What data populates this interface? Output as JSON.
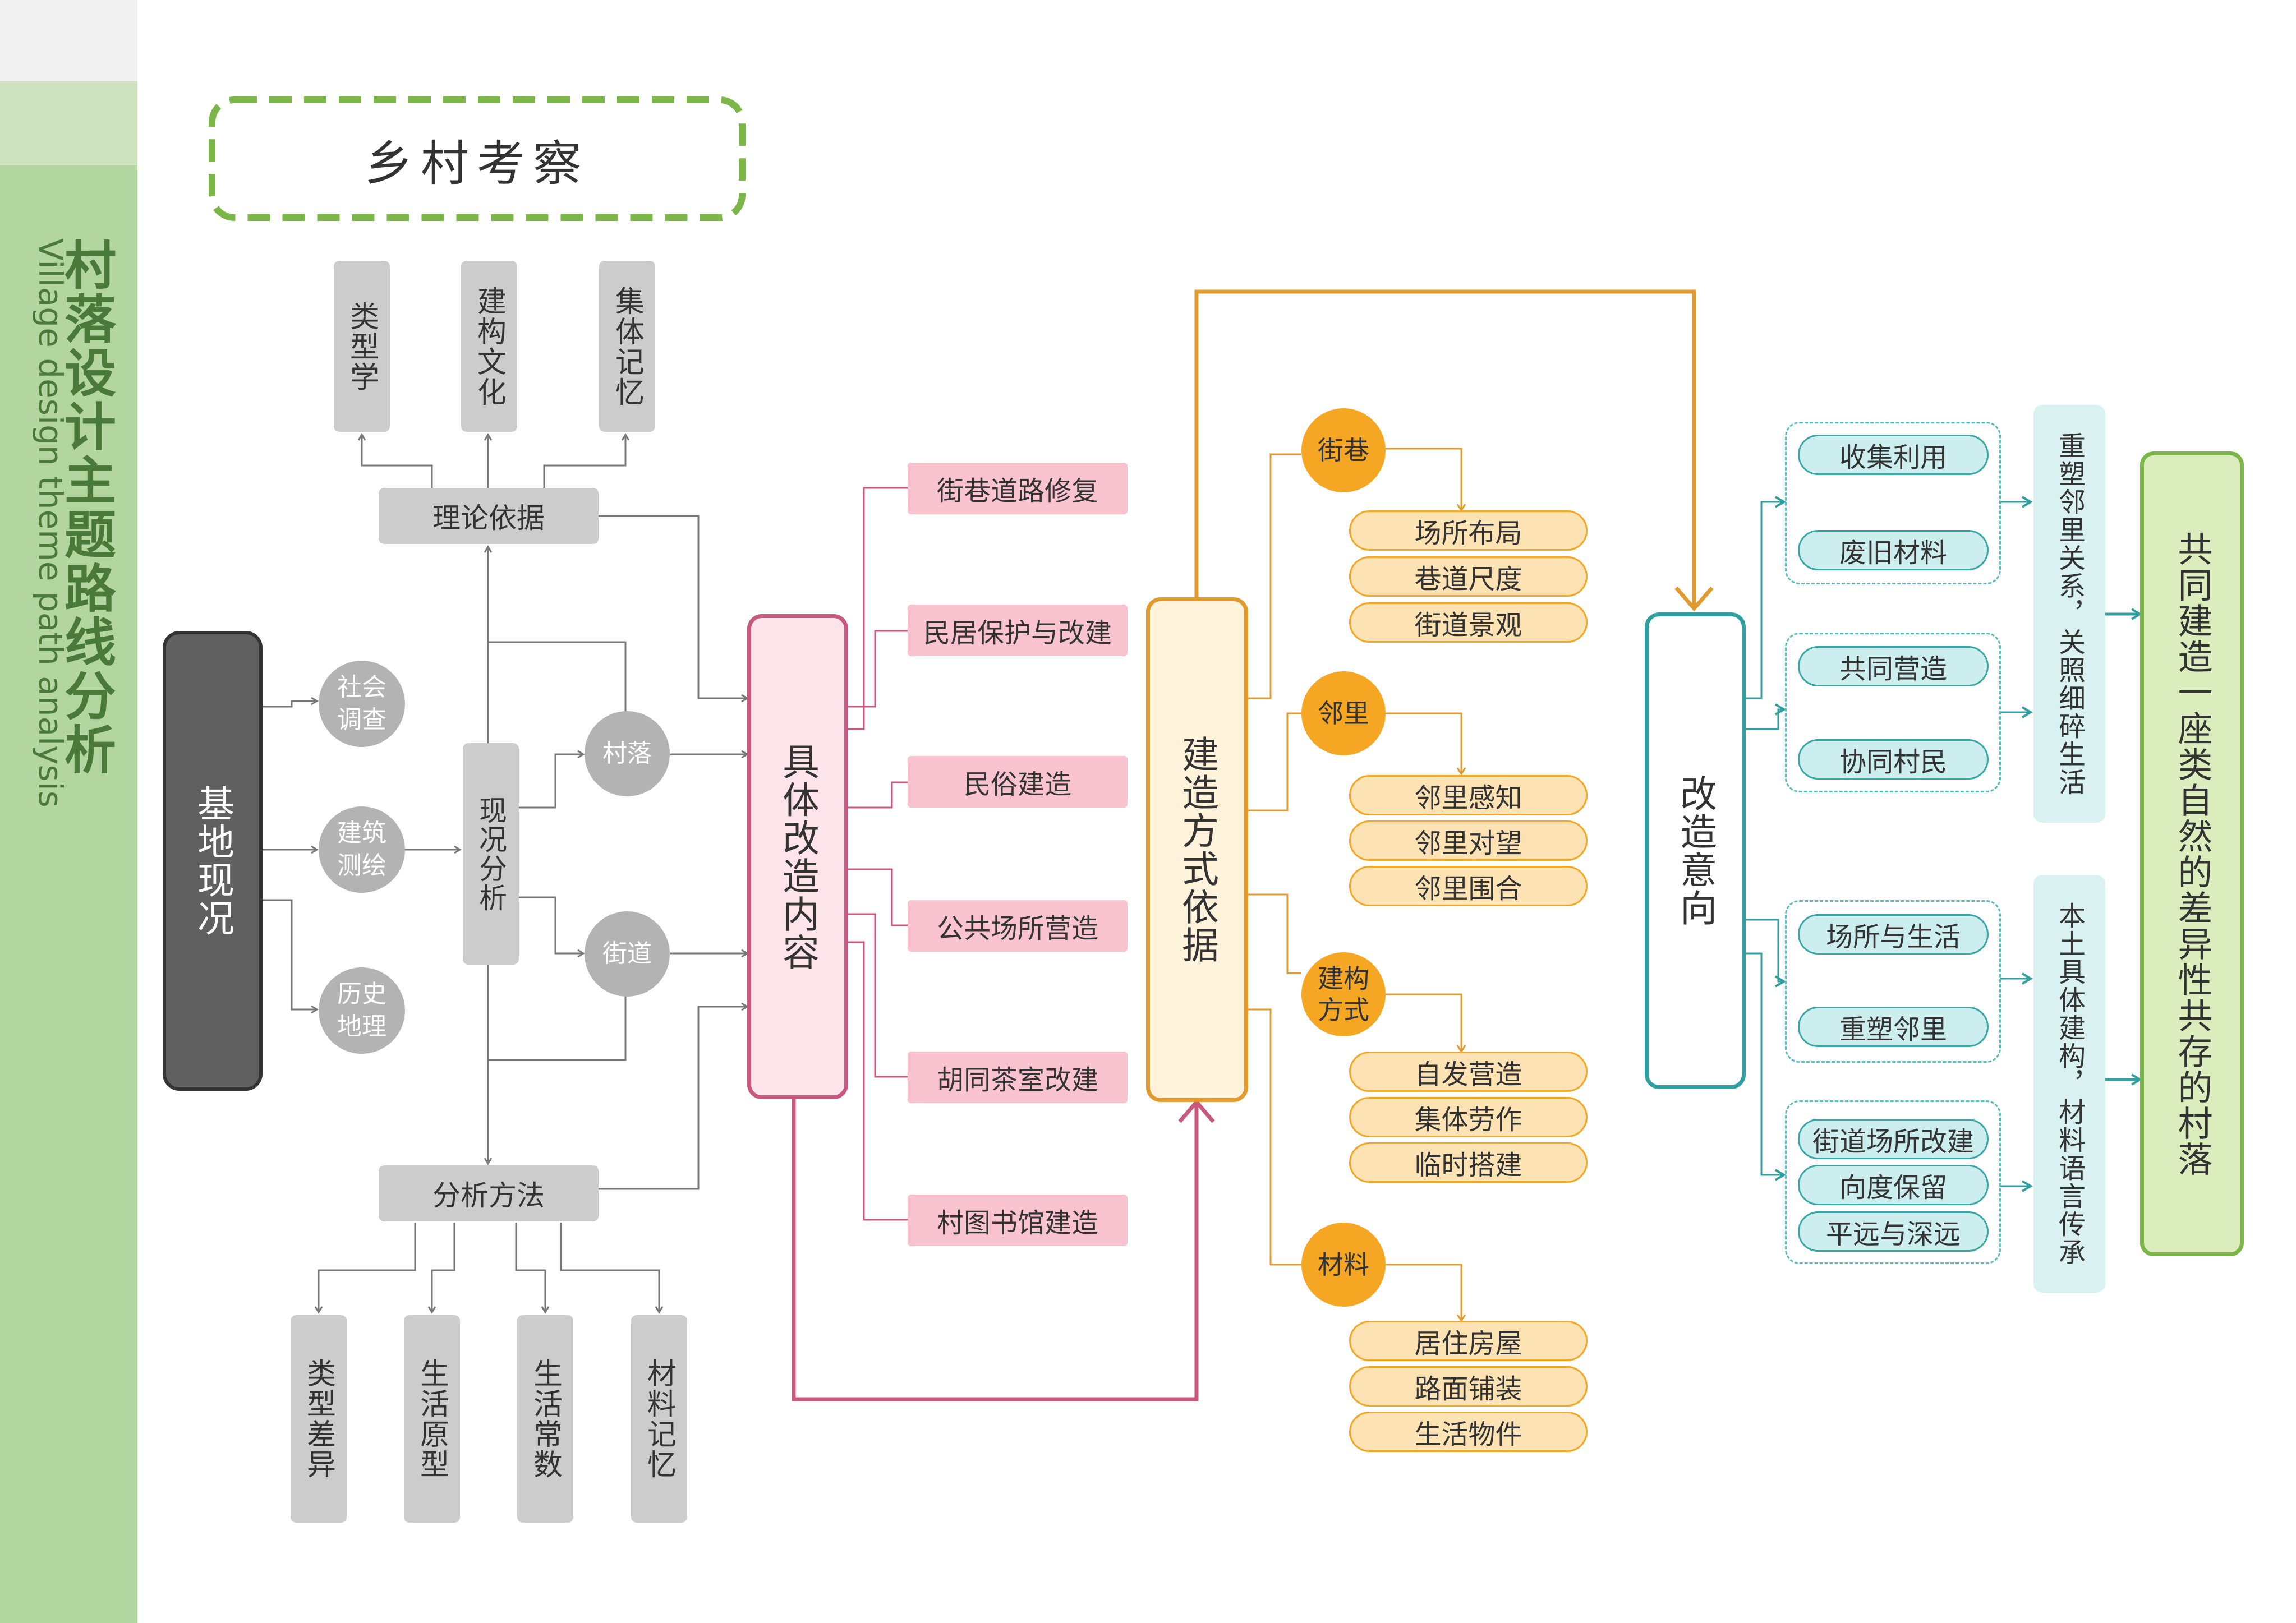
{
  "sidebar": {
    "title_cn": "村落设计主题路线分析",
    "title_en": "Village design theme path analysis"
  },
  "header": {
    "title": "乡村考察"
  },
  "left": {
    "base": "基地现况",
    "circles": [
      "社会调查",
      "建筑测绘",
      "历史地理"
    ],
    "analysis": "现况分析",
    "theory": "理论依据",
    "theory_items": [
      "类型学",
      "建构文化",
      "集体记忆"
    ],
    "method": "分析方法",
    "method_items": [
      "类型差异",
      "生活原型",
      "生活常数",
      "材料记忆"
    ],
    "nodes": [
      "村落",
      "街道"
    ]
  },
  "content": {
    "title": "具体改造内容",
    "items": [
      "街巷道路修复",
      "民居保护与改建",
      "民俗建造",
      "公共场所营造",
      "胡同茶室改建",
      "村图书馆建造"
    ]
  },
  "method_basis": {
    "title": "建造方式依据",
    "groups": [
      {
        "label": "街巷",
        "items": [
          "场所布局",
          "巷道尺度",
          "街道景观"
        ]
      },
      {
        "label": "邻里",
        "items": [
          "邻里感知",
          "邻里对望",
          "邻里围合"
        ]
      },
      {
        "label": "建构方式",
        "items": [
          "自发营造",
          "集体劳作",
          "临时搭建"
        ]
      },
      {
        "label": "材料",
        "items": [
          "居住房屋",
          "路面铺装",
          "生活物件"
        ]
      }
    ]
  },
  "intent": {
    "title": "改造意向",
    "groups": [
      [
        "收集利用",
        "废旧材料"
      ],
      [
        "共同营造",
        "协同村民"
      ],
      [
        "场所与生活",
        "重塑邻里"
      ],
      [
        "街道场所改建",
        "向度保留",
        "平远与深远"
      ]
    ],
    "summaries": [
      "重塑邻里关系，关照细碎生活",
      "本土具体建构，材料语言传承"
    ]
  },
  "final": {
    "title": "共同建造一座类自然的差异性共存的村落"
  },
  "colors": {
    "sidebar": "#b3d6a0",
    "dashed_green": "#7ab648",
    "pink": "#c9587e",
    "orange": "#e29a2e",
    "teal": "#2f9f9f",
    "final_green": "#7ab648"
  }
}
